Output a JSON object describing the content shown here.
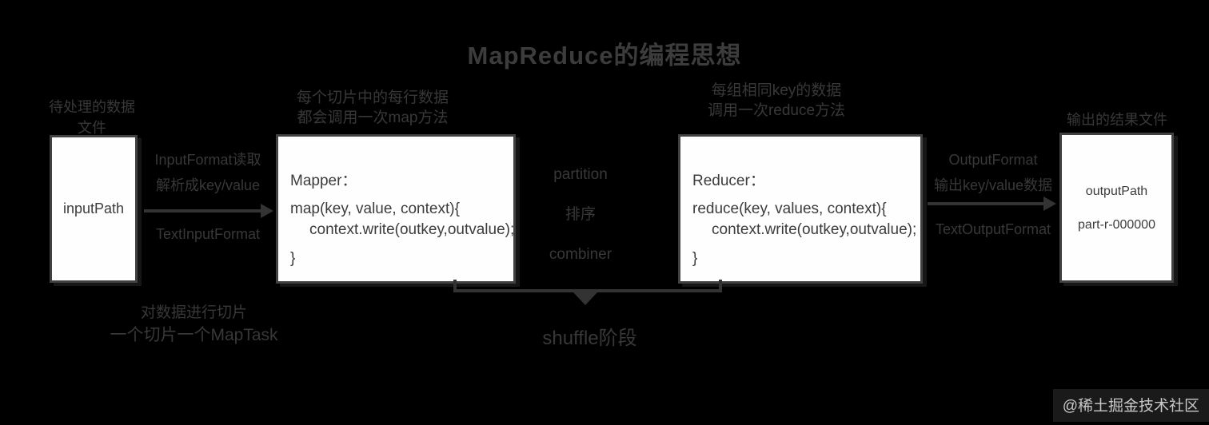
{
  "title": "MapReduce的编程思想",
  "watermark": "@稀土掘金技术社区",
  "colors": {
    "background": "#000000",
    "box_fill": "#fefefe",
    "box_border": "#414141",
    "annotation_text": "#383838",
    "box_text": "#3c3c3c",
    "watermark_text": "#c9c9c9"
  },
  "input": {
    "above1": "待处理的数据",
    "above2": "文件",
    "label": "inputPath",
    "below1": "对数据进行切片",
    "below2": "一个切片一个MapTask"
  },
  "left_connector": {
    "above1": "InputFormat读取",
    "above2": "解析成key/value",
    "below1": "TextInputFormat"
  },
  "mapper": {
    "above1": "每个切片中的每行数据",
    "above2": "都会调用一次map方法",
    "title": "Mapper：",
    "code1": "map(key, value, context){",
    "code2": "context.write(outkey,outvalue);",
    "code3": "}"
  },
  "shuffle": {
    "label1": "partition",
    "label2": "排序",
    "label3": "combiner",
    "bracket_label": "shuffle阶段"
  },
  "reducer": {
    "above1": "每组相同key的数据",
    "above2": "调用一次reduce方法",
    "title": "Reducer：",
    "code1": "reduce(key, values, context){",
    "code2": "context.write(outkey,outvalue);",
    "code3": "}"
  },
  "right_connector": {
    "above1": "OutputFormat",
    "above2": "输出key/value数据",
    "below1": "TextOutputFormat"
  },
  "output": {
    "above": "输出的结果文件",
    "label1": "outputPath",
    "label2": "part-r-000000"
  }
}
